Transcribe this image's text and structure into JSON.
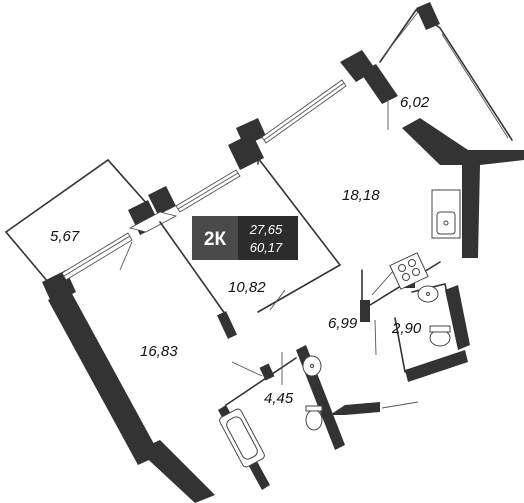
{
  "apartment": {
    "type": "2К",
    "living_area": "27,65",
    "total_area": "60,17",
    "badge_colors": {
      "type_bg": "#4a4a4a",
      "area_bg": "#2c2c2c"
    }
  },
  "rooms": [
    {
      "id": "balcony-left",
      "area": "5,67"
    },
    {
      "id": "balcony-right",
      "area": "6,02"
    },
    {
      "id": "kitchen-living",
      "area": "18,18"
    },
    {
      "id": "bedroom-small",
      "area": "10,82"
    },
    {
      "id": "bedroom-large",
      "area": "16,83"
    },
    {
      "id": "hallway",
      "area": "6,99"
    },
    {
      "id": "bathroom-main",
      "area": "4,45"
    },
    {
      "id": "bathroom-toilet",
      "area": "2,90"
    }
  ],
  "colors": {
    "wall": "#333333",
    "background": "#ffffff"
  }
}
